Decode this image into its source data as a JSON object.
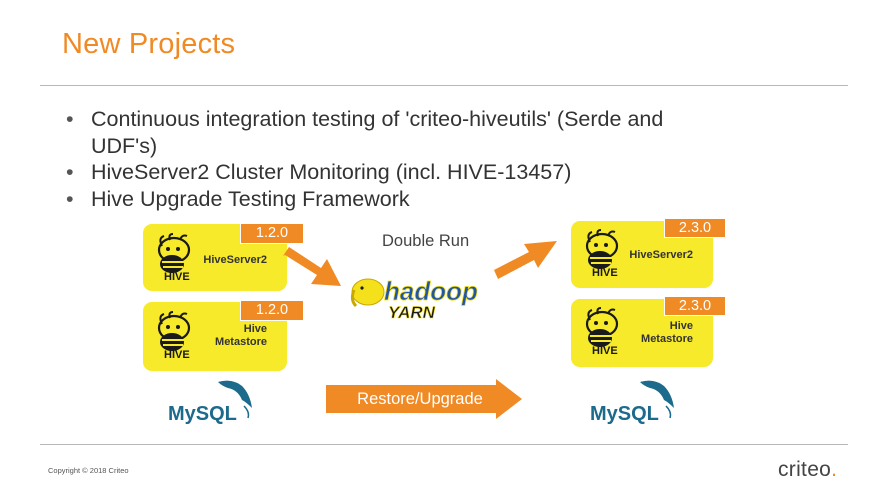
{
  "slide": {
    "title": "New Projects",
    "bullets": [
      "Continuous integration testing of 'criteo-hiveutils' (Serde and UDF's)",
      "HiveServer2 Cluster Monitoring (incl. HIVE-13457)",
      "Hive Upgrade Testing Framework"
    ]
  },
  "diagram": {
    "left": {
      "server": {
        "version": "1.2.0",
        "label": "HiveServer2"
      },
      "metastore": {
        "version": "1.2.0",
        "label_line1": "Hive",
        "label_line2": "Metastore"
      }
    },
    "right": {
      "server": {
        "version": "2.3.0",
        "label": "HiveServer2"
      },
      "metastore": {
        "version": "2.3.0",
        "label_line1": "Hive",
        "label_line2": "Metastore"
      }
    },
    "double_run": "Double Run",
    "restore_upgrade": "Restore/Upgrade",
    "hadoop_logo_text": "hadoop",
    "yarn_logo_text": "YARN",
    "hive_logo_text": "HIVE",
    "mysql_logo_text": "MySQL"
  },
  "footer": {
    "copyright": "Copyright © 2018 Criteo",
    "logo_text": "criteo",
    "logo_mark": "."
  },
  "colors": {
    "accent_orange": "#f08a24",
    "card_yellow": "#f7ea2a",
    "mysql_blue": "#1c6a8c",
    "mysql_orange": "#e48e00",
    "hadoop_blue": "#2156a5",
    "hadoop_yellow": "#f5e01c"
  }
}
